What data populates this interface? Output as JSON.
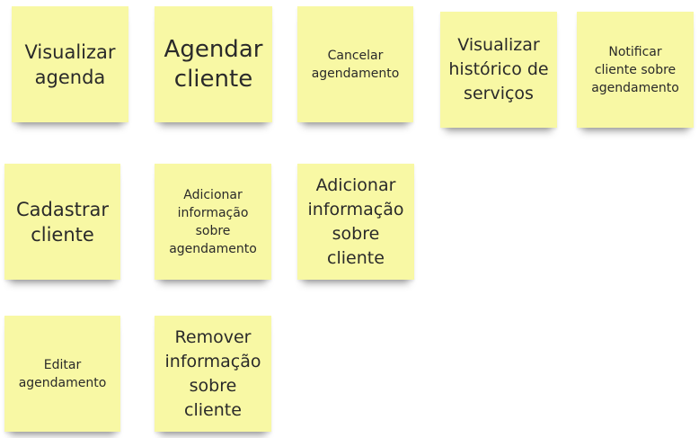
{
  "board": {
    "note_color": "#f8f8a4",
    "text_color": "#2a2a2a",
    "notes": [
      {
        "id": "visualizar-agenda",
        "text": "Visualizar\nagenda"
      },
      {
        "id": "agendar-cliente",
        "text": "Agendar\ncliente"
      },
      {
        "id": "cancelar-agendamento",
        "text": "Cancelar\nagendamento"
      },
      {
        "id": "visualizar-historico",
        "text": "Visualizar\nhistórico de\nserviços"
      },
      {
        "id": "notificar-cliente",
        "text": "Notificar\ncliente sobre\nagendamento"
      },
      {
        "id": "cadastrar-cliente",
        "text": "Cadastrar\ncliente"
      },
      {
        "id": "adicionar-info-agendamento",
        "text": "Adicionar\ninformação\nsobre\nagendamento"
      },
      {
        "id": "adicionar-info-cliente",
        "text": "Adicionar\ninformação\nsobre\ncliente"
      },
      {
        "id": "editar-agendamento",
        "text": "Editar\nagendamento"
      },
      {
        "id": "remover-info-cliente",
        "text": "Remover\ninformação\nsobre\ncliente"
      }
    ]
  }
}
